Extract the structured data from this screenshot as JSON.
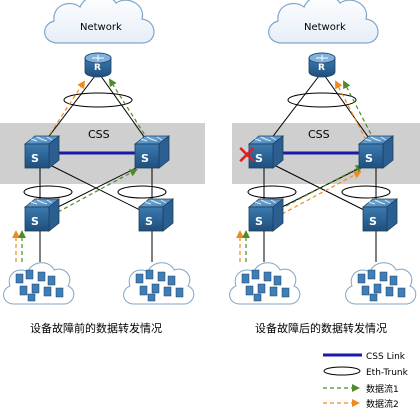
{
  "panels": [
    {
      "cloud_label": "Network",
      "router_glyph": "R",
      "css_label": "CSS",
      "switch_glyph": "S",
      "caption": "设备故障前的数据转发情况"
    },
    {
      "cloud_label": "Network",
      "router_glyph": "R",
      "css_label": "CSS",
      "switch_glyph": "S",
      "caption": "设备故障后的数据转发情况",
      "failure_mark": "✕"
    }
  ],
  "legend": {
    "css_link": "CSS Link",
    "eth_trunk": "Eth-Trunk",
    "flow1": "数据流1",
    "flow2": "数据流2"
  },
  "colors": {
    "css_link": "#1a1aa8",
    "flow1": "#4f8a2b",
    "flow2": "#ef8a1e",
    "failure": "#e01f1f",
    "css_band": "#cfcfcf",
    "device": "#2f6fa3"
  }
}
